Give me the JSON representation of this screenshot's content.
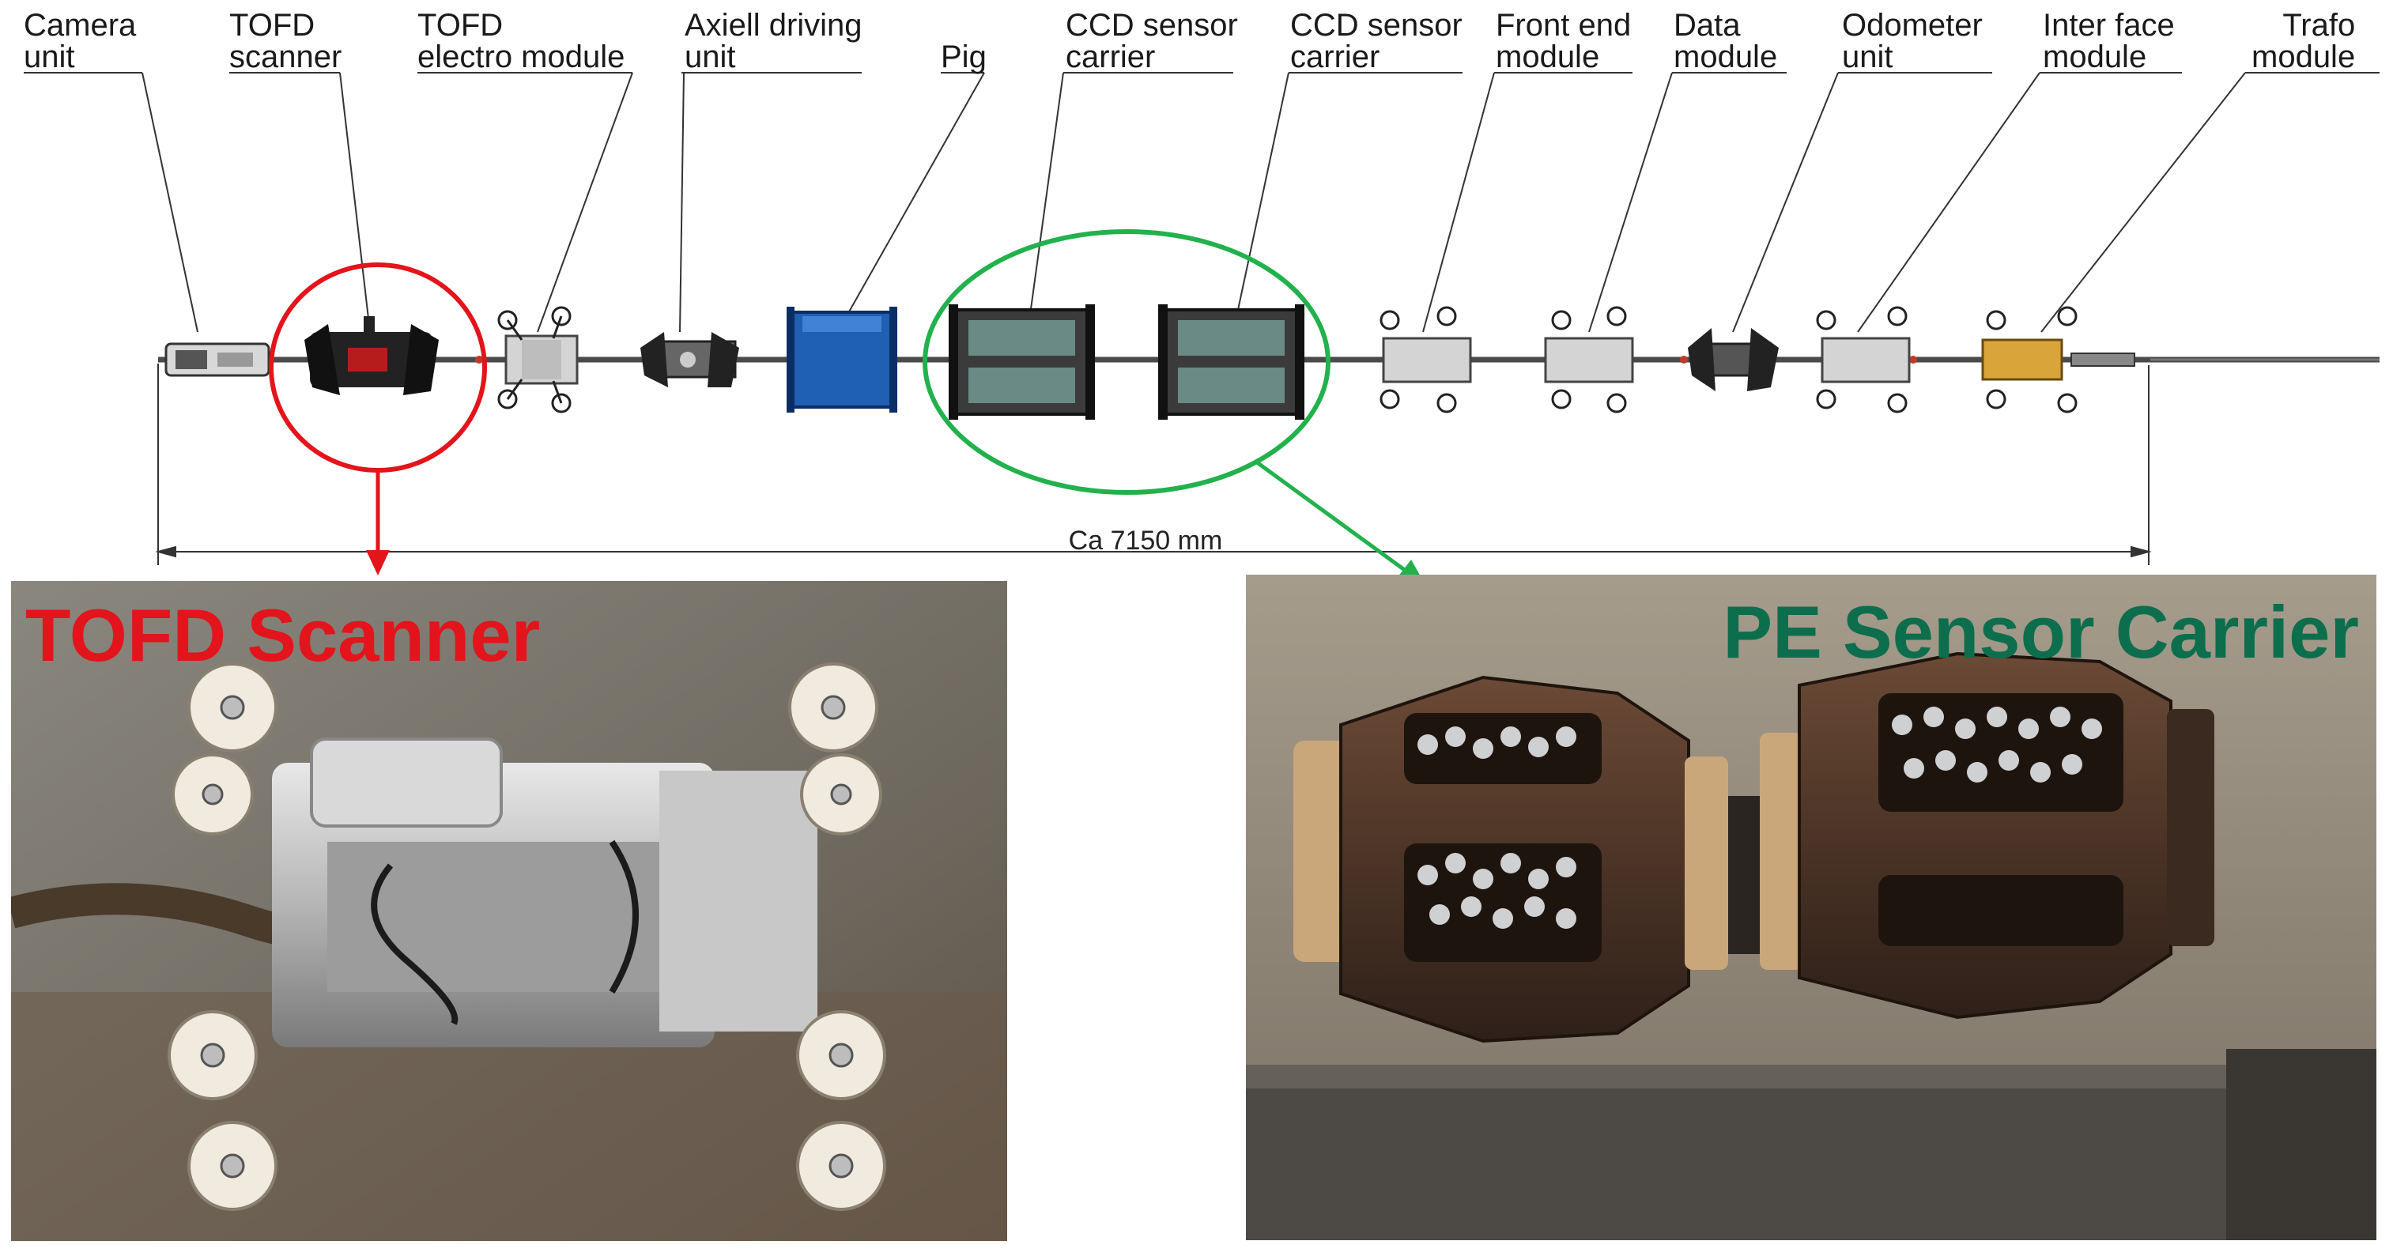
{
  "labels": {
    "camera": [
      "Camera",
      "unit"
    ],
    "tofd_scanner": [
      "TOFD",
      "scanner"
    ],
    "tofd_electro": [
      "TOFD",
      "electro module"
    ],
    "axiell": [
      "Axiell driving",
      "unit"
    ],
    "pig": [
      "Pig"
    ],
    "ccd1": [
      "CCD sensor",
      "carrier"
    ],
    "ccd2": [
      "CCD sensor",
      "carrier"
    ],
    "front_end": [
      "Front end",
      "module"
    ],
    "data": [
      "Data",
      "module"
    ],
    "odometer": [
      "Odometer",
      "unit"
    ],
    "interface": [
      "Inter face",
      "module"
    ],
    "trafo": [
      "Trafo",
      "module"
    ]
  },
  "dimension": "Ca 7150 mm",
  "photos": {
    "left_title": "TOFD Scanner",
    "right_title": "PE Sensor Carrier"
  },
  "colors": {
    "tofd_highlight": "#e3141b",
    "pe_highlight": "#22b14c",
    "pe_title": "#0c6e4c",
    "pig_blue": "#1f5fb4",
    "trafo_gold": "#d9a53a"
  }
}
